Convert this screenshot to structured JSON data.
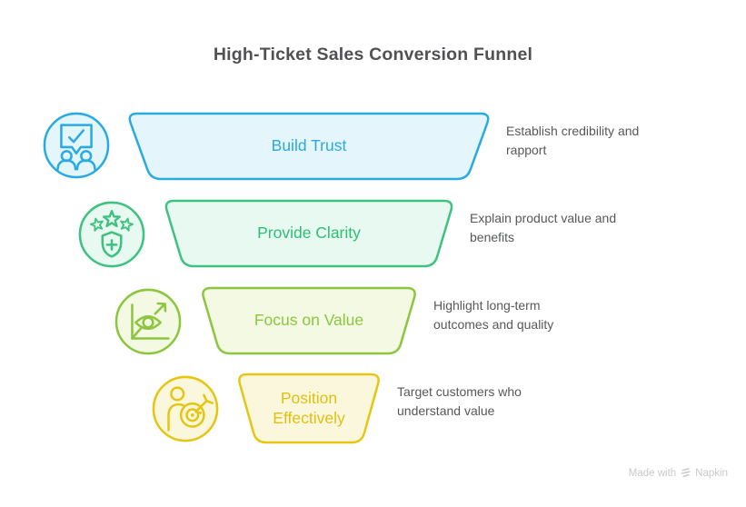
{
  "title": "High-Ticket Sales Conversion Funnel",
  "stages": [
    {
      "label": "Build Trust",
      "description": "Establish credibility and rapport",
      "icon": "chat-check-people-icon",
      "stroke": "#29ABE2",
      "fill": "#E4F5FC",
      "label_color": "#2AA9E0"
    },
    {
      "label": "Provide Clarity",
      "description": "Explain product value and benefits",
      "icon": "stars-shield-icon",
      "stroke": "#3EC181",
      "fill": "#E7F9F0",
      "label_color": "#2FBE76"
    },
    {
      "label": "Focus on Value",
      "description": "Highlight long-term outcomes and quality",
      "icon": "eye-growth-chart-icon",
      "stroke": "#8CC63F",
      "fill": "#F3F9E3",
      "label_color": "#8CC63F"
    },
    {
      "label": "Position Effectively",
      "description": "Target customers who understand value",
      "icon": "person-target-icon",
      "stroke": "#E5C613",
      "fill": "#FBF7DD",
      "label_color": "#E2BF0F"
    }
  ],
  "watermark": {
    "prefix": "Made with",
    "brand": "Napkin"
  }
}
